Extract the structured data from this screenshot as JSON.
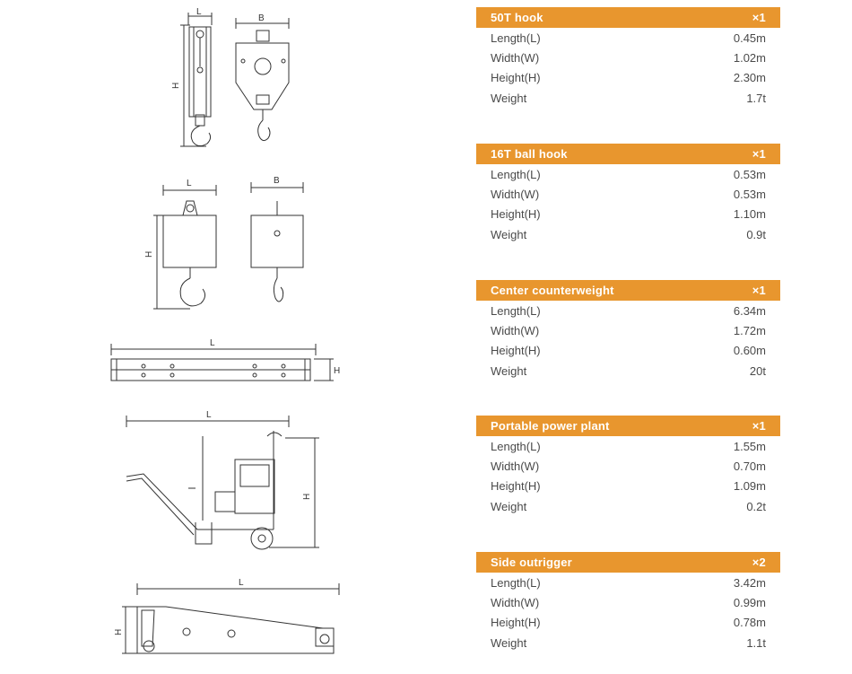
{
  "drawings": {
    "labels": [
      "L",
      "B",
      "H",
      "L",
      "B",
      "H",
      "L",
      "H",
      "L",
      "H",
      "L",
      "H"
    ]
  },
  "specs": [
    {
      "name": "50T hook",
      "qty": "×1",
      "rows": [
        {
          "label": "Length(L)",
          "value": "0.45m"
        },
        {
          "label": "Width(W)",
          "value": "1.02m"
        },
        {
          "label": "Height(H)",
          "value": "2.30m"
        },
        {
          "label": "Weight",
          "value": "1.7t"
        }
      ]
    },
    {
      "name": "16T ball hook",
      "qty": "×1",
      "rows": [
        {
          "label": "Length(L)",
          "value": "0.53m"
        },
        {
          "label": "Width(W)",
          "value": "0.53m"
        },
        {
          "label": "Height(H)",
          "value": "1.10m"
        },
        {
          "label": "Weight",
          "value": "0.9t"
        }
      ]
    },
    {
      "name": "Center counterweight",
      "qty": "×1",
      "rows": [
        {
          "label": "Length(L)",
          "value": "6.34m"
        },
        {
          "label": "Width(W)",
          "value": "1.72m"
        },
        {
          "label": "Height(H)",
          "value": "0.60m"
        },
        {
          "label": "Weight",
          "value": "20t"
        }
      ]
    },
    {
      "name": "Portable power plant",
      "qty": "×1",
      "rows": [
        {
          "label": "Length(L)",
          "value": "1.55m"
        },
        {
          "label": "Width(W)",
          "value": "0.70m"
        },
        {
          "label": "Height(H)",
          "value": "1.09m"
        },
        {
          "label": "Weight",
          "value": "0.2t"
        }
      ]
    },
    {
      "name": "Side outrigger",
      "qty": "×2",
      "rows": [
        {
          "label": "Length(L)",
          "value": "3.42m"
        },
        {
          "label": "Width(W)",
          "value": "0.99m"
        },
        {
          "label": "Height(H)",
          "value": "0.78m"
        },
        {
          "label": "Weight",
          "value": "1.1t"
        }
      ]
    }
  ]
}
